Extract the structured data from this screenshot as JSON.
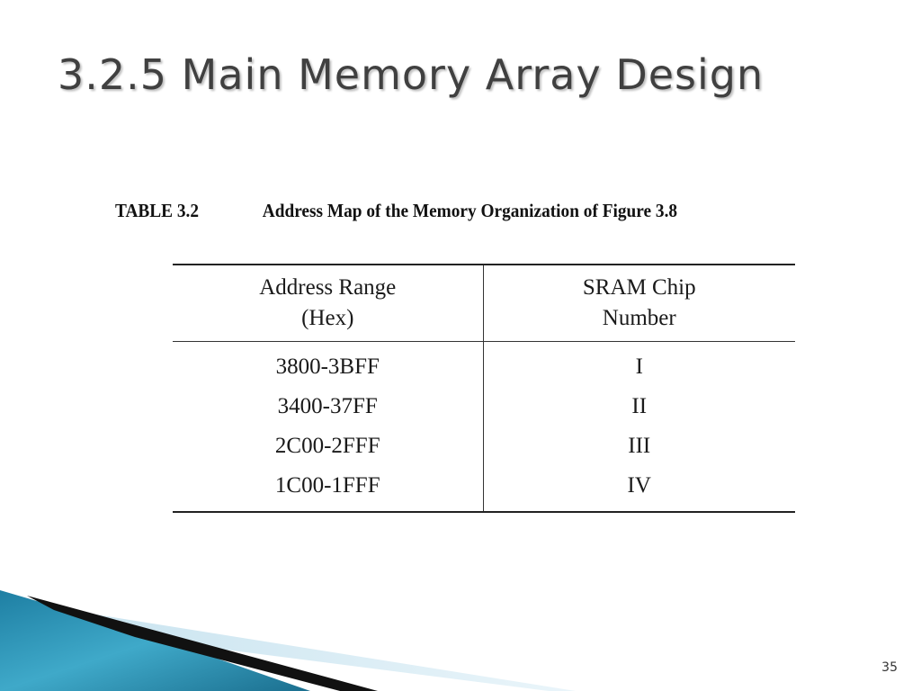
{
  "slide": {
    "title": "3.2.5 Main Memory Array Design",
    "page_number": "35"
  },
  "table": {
    "caption_label": "TABLE  3.2",
    "caption_text": "Address Map of the Memory Organization of Figure 3.8",
    "headers": [
      [
        "Address Range",
        "(Hex)"
      ],
      [
        "SRAM Chip",
        "Number"
      ]
    ],
    "rows": [
      [
        "3800-3BFF",
        "I"
      ],
      [
        "3400-37FF",
        "II"
      ],
      [
        "2C00-2FFF",
        "III"
      ],
      [
        "1C00-1FFF",
        "IV"
      ]
    ]
  },
  "colors": {
    "accent_teal": "#2a8fb0",
    "accent_dark": "#111111",
    "accent_light": "#d6eaf3"
  }
}
